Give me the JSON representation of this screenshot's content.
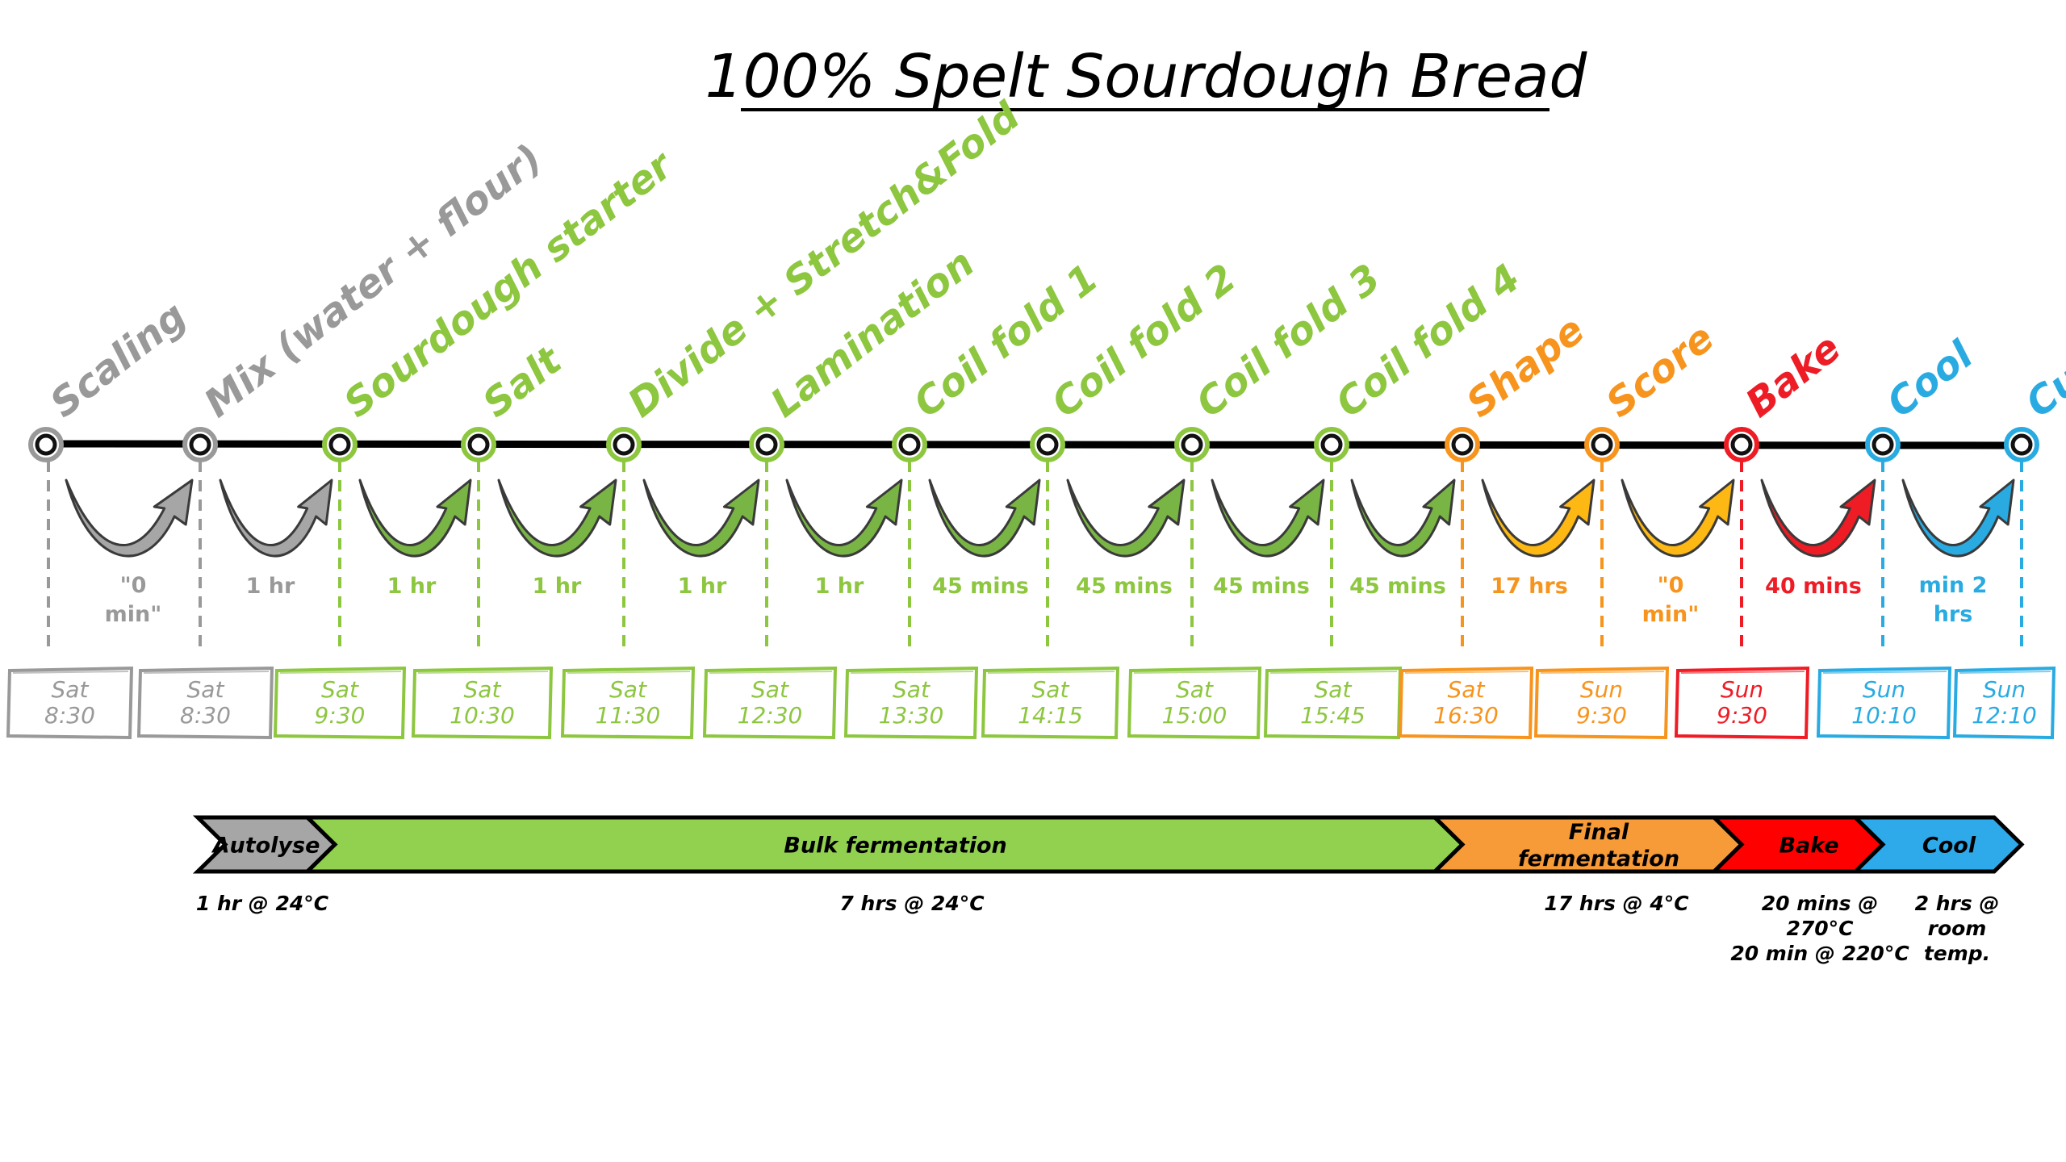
{
  "title": "100% Spelt Sourdough Bread",
  "colors": {
    "grey": "#999999",
    "green": "#8dc63f",
    "orange": "#f7941d",
    "red": "#ee1c25",
    "blue": "#29abe2",
    "grey_fill": "#a6a6a6",
    "green_fill": "#79b544",
    "orange_fill": "#fdb813",
    "red_fill": "#ee1c25",
    "blue_fill": "#29abe2",
    "line": "#000000"
  },
  "steps": [
    {
      "name": "Scaling",
      "color": "grey",
      "arrow": "grey_fill",
      "duration": [
        "\"0",
        "min\""
      ],
      "time": [
        "Sat",
        "8:30"
      ]
    },
    {
      "name": "Mix (water + flour)",
      "color": "grey",
      "arrow": "grey_fill",
      "duration": [
        "1 hr"
      ],
      "time": [
        "Sat",
        "8:30"
      ]
    },
    {
      "name": "Sourdough starter",
      "color": "green",
      "arrow": "green_fill",
      "duration": [
        "1 hr"
      ],
      "time": [
        "Sat",
        "9:30"
      ]
    },
    {
      "name": "Salt",
      "color": "green",
      "arrow": "green_fill",
      "duration": [
        "1 hr"
      ],
      "time": [
        "Sat",
        "10:30"
      ]
    },
    {
      "name": "Divide + Stretch&Fold",
      "color": "green",
      "arrow": "green_fill",
      "duration": [
        "1 hr"
      ],
      "time": [
        "Sat",
        "11:30"
      ]
    },
    {
      "name": "Lamination",
      "color": "green",
      "arrow": "green_fill",
      "duration": [
        "1 hr"
      ],
      "time": [
        "Sat",
        "12:30"
      ]
    },
    {
      "name": "Coil fold 1",
      "color": "green",
      "arrow": "green_fill",
      "duration": [
        "45 mins"
      ],
      "time": [
        "Sat",
        "13:30"
      ]
    },
    {
      "name": "Coil fold 2",
      "color": "green",
      "arrow": "green_fill",
      "duration": [
        "45 mins"
      ],
      "time": [
        "Sat",
        "14:15"
      ]
    },
    {
      "name": "Coil fold 3",
      "color": "green",
      "arrow": "green_fill",
      "duration": [
        "45 mins"
      ],
      "time": [
        "Sat",
        "15:00"
      ]
    },
    {
      "name": "Coil fold 4",
      "color": "green",
      "arrow": "green_fill",
      "duration": [
        "45 mins"
      ],
      "time": [
        "Sat",
        "15:45"
      ]
    },
    {
      "name": "Shape",
      "color": "orange",
      "arrow": "orange_fill",
      "duration": [
        "17 hrs"
      ],
      "time": [
        "Sat",
        "16:30"
      ]
    },
    {
      "name": "Score",
      "color": "orange",
      "arrow": "orange_fill",
      "duration": [
        "\"0",
        "min\""
      ],
      "time": [
        "Sun",
        "9:30"
      ]
    },
    {
      "name": "Bake",
      "color": "red",
      "arrow": "red_fill",
      "duration": [
        "40 mins"
      ],
      "time": [
        "Sun",
        "9:30"
      ]
    },
    {
      "name": "Cool",
      "color": "blue",
      "arrow": "blue_fill",
      "duration": [
        "min 2",
        "hrs"
      ],
      "time": [
        "Sun",
        "10:10"
      ]
    },
    {
      "name": "Cut",
      "color": "blue",
      "arrow": null,
      "duration": [],
      "time": [
        "Sun",
        "12:10"
      ]
    }
  ],
  "phases": [
    {
      "label": [
        "Autolyse"
      ],
      "color": "#a6a6a6",
      "condition": [
        "1 hr @ 24°C"
      ]
    },
    {
      "label": [
        "Bulk fermentation"
      ],
      "color": "#92d050",
      "condition": [
        "7 hrs @ 24°C"
      ]
    },
    {
      "label": [
        "Final",
        "fermentation"
      ],
      "color": "#f79a38",
      "condition": [
        "17 hrs @ 4°C"
      ]
    },
    {
      "label": [
        "Bake"
      ],
      "color": "#ff0000",
      "condition": [
        "20 mins @",
        "270°C",
        "20 min @ 220°C"
      ]
    },
    {
      "label": [
        "Cool"
      ],
      "color": "#2eaaea",
      "condition": [
        "2 hrs @",
        "room",
        "temp."
      ]
    }
  ]
}
